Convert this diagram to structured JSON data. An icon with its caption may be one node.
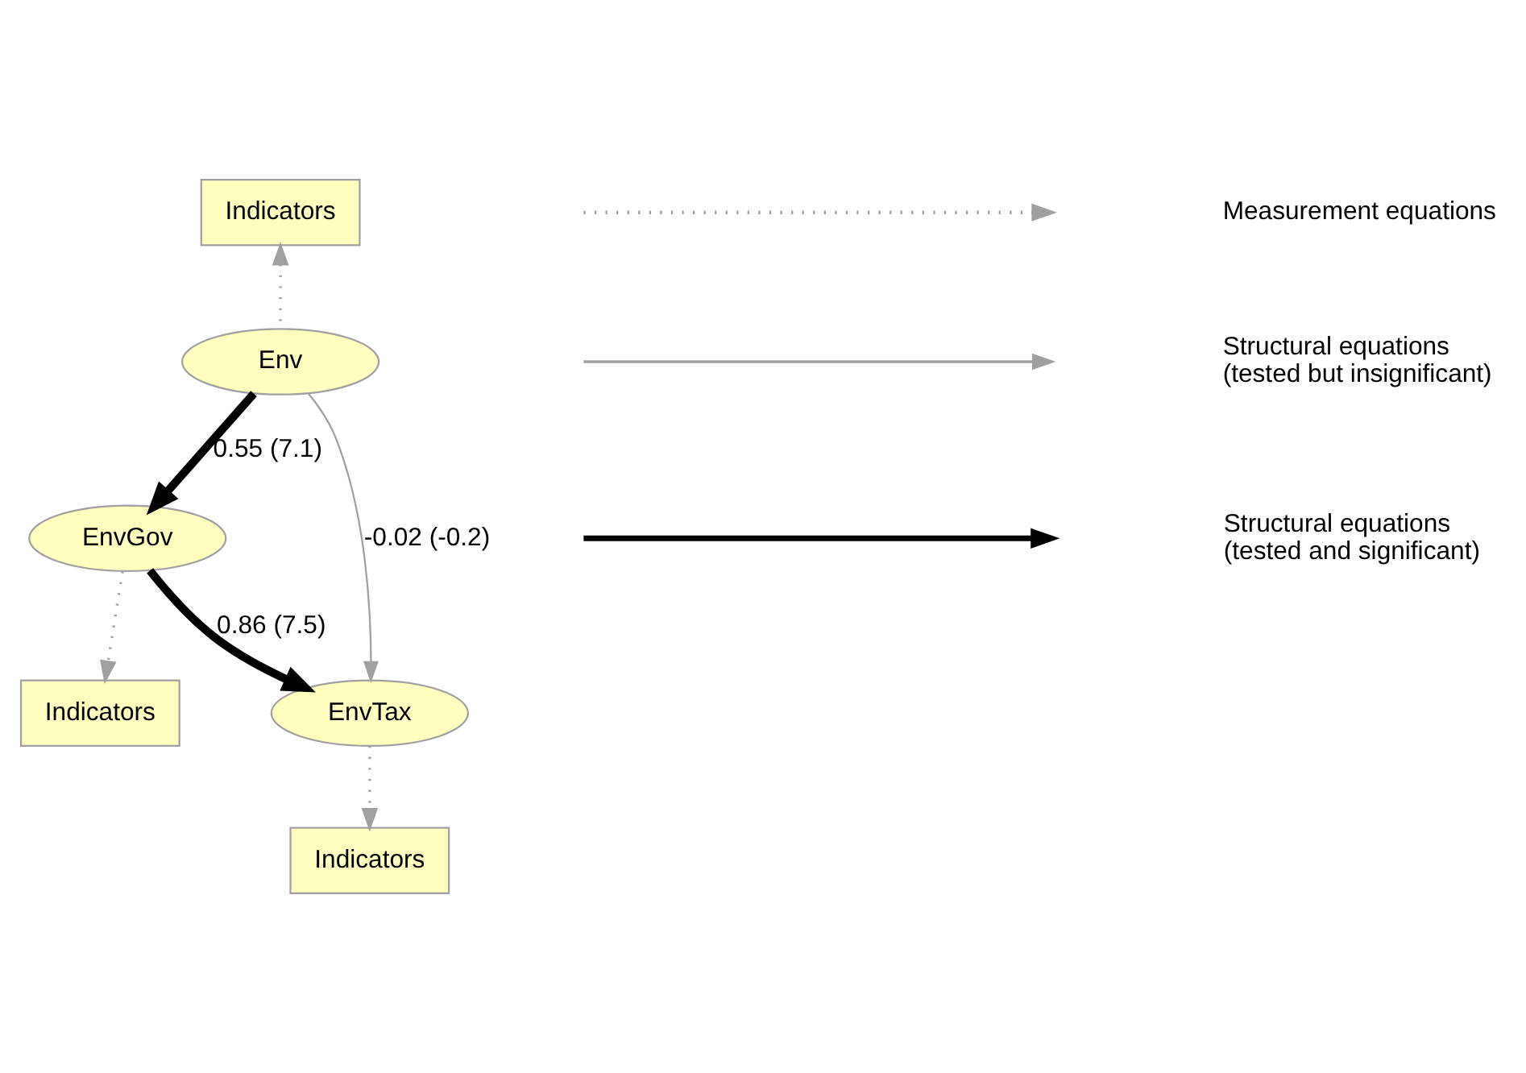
{
  "diagram": {
    "nodes": [
      {
        "text": [
          "Indicators"
        ]
      },
      {
        "text": [
          "Env"
        ]
      },
      {
        "text": [
          "EnvGov"
        ]
      },
      {
        "text": [
          "EnvTax"
        ]
      },
      {
        "text": [
          "Indicators"
        ]
      },
      {
        "text": [
          "Indicators"
        ]
      }
    ],
    "edges": [
      {
        "from": 1,
        "to": 0,
        "arrow": "to",
        "style": "dashed"
      },
      {
        "from": 1,
        "to": 2,
        "arrow": "to",
        "label": "0.55 (7.1)",
        "style": "thick",
        "color": "#000000"
      },
      {
        "from": 1,
        "to": 3,
        "arrow": "to",
        "label": "-0.02 (-0.2)"
      },
      {
        "from": 2,
        "to": 3,
        "arrow": "to",
        "label": "0.86 (7.5)",
        "style": "thick",
        "color": "#000000"
      },
      {
        "from": 3,
        "to": 4,
        "arrow": "to",
        "style": "dashed"
      },
      {
        "from": 2,
        "to": 5,
        "arrow": "to",
        "style": "dashed"
      }
    ],
    "legend": [
      {
        "text": "Measurement equations"
      },
      {
        "text": "Structural equations (tested but insignificant)"
      },
      {
        "text": "Structural equations (tested and significant)"
      }
    ]
  }
}
